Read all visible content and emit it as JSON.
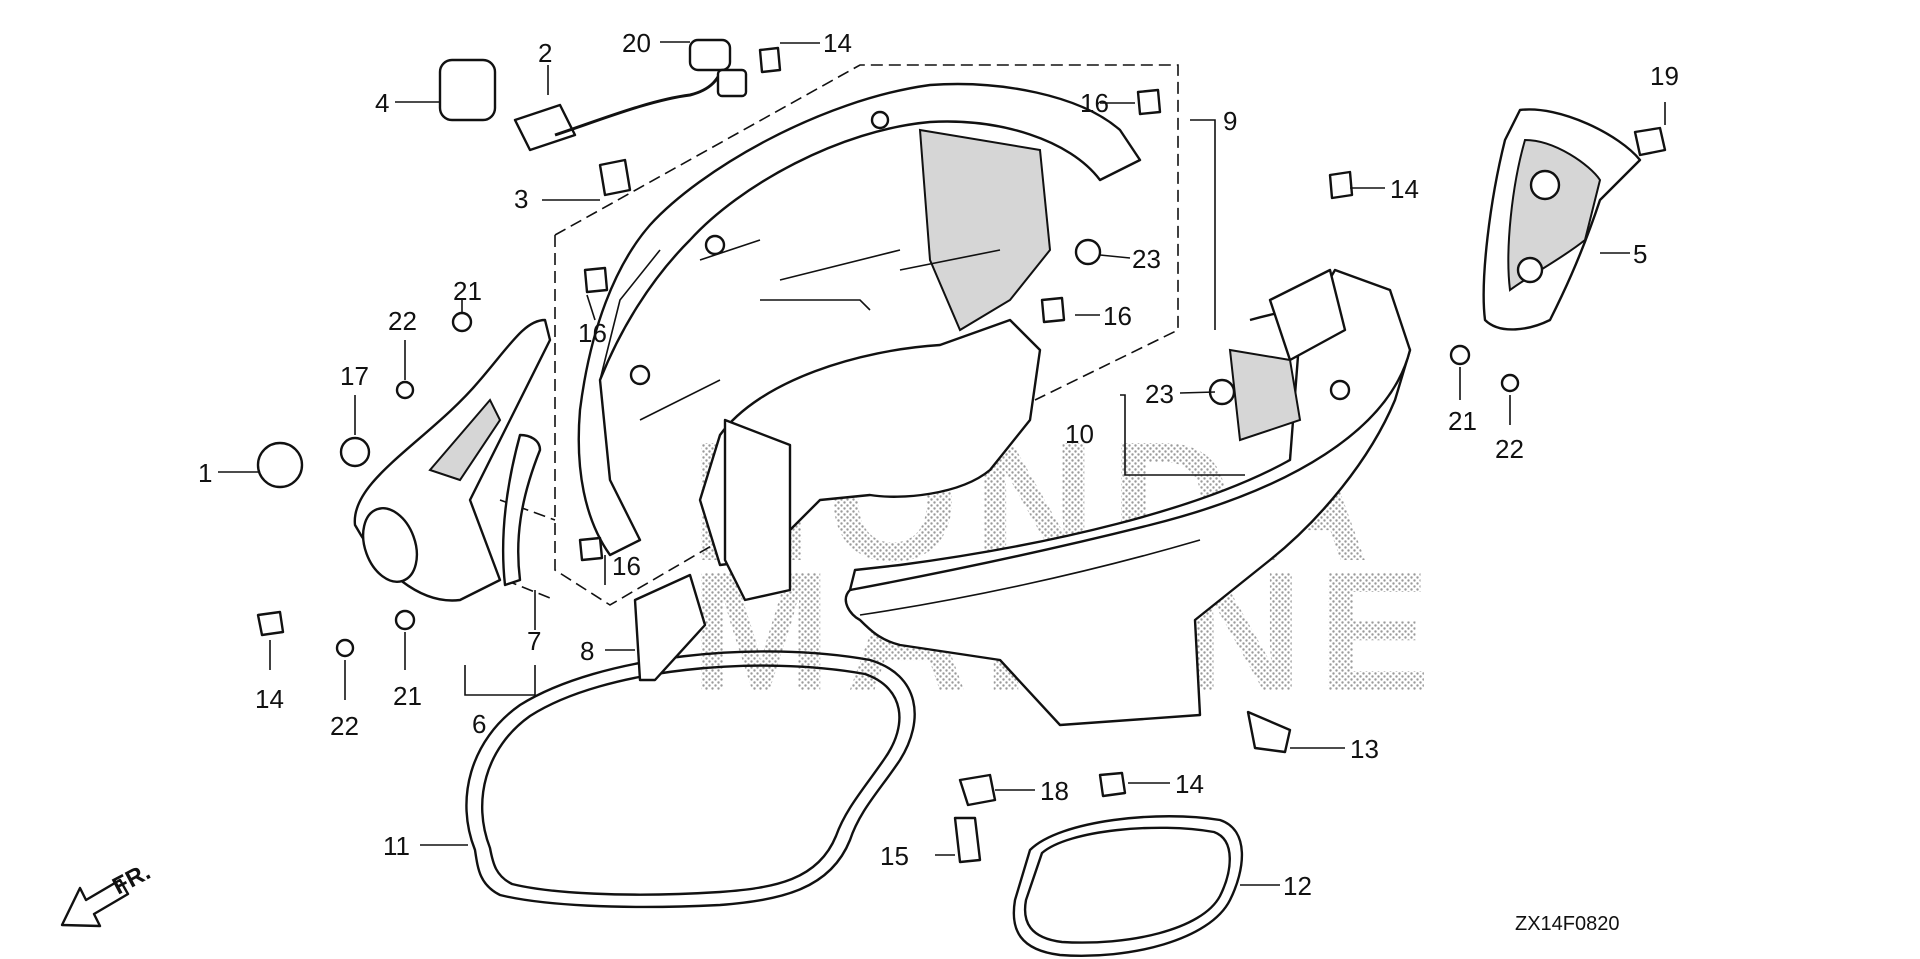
{
  "diagram_code": "ZX14F0820",
  "direction_label": "FR.",
  "watermark": [
    "HONDA",
    "MARINE"
  ],
  "callouts": {
    "p1": "1",
    "p2": "2",
    "p3": "3",
    "p4": "4",
    "p5": "5",
    "p6": "6",
    "p7": "7",
    "p8": "8",
    "p9": "9",
    "p10": "10",
    "p11": "11",
    "p12": "12",
    "p13": "13",
    "p14a": "14",
    "p14b": "14",
    "p14c": "14",
    "p14d": "14",
    "p15": "15",
    "p16a": "16",
    "p16b": "16",
    "p16c": "16",
    "p16d": "16",
    "p17": "17",
    "p18": "18",
    "p19": "19",
    "p20": "20",
    "p21a": "21",
    "p21b": "21",
    "p21c": "21",
    "p22a": "22",
    "p22b": "22",
    "p22c": "22",
    "p23a": "23",
    "p23b": "23"
  }
}
